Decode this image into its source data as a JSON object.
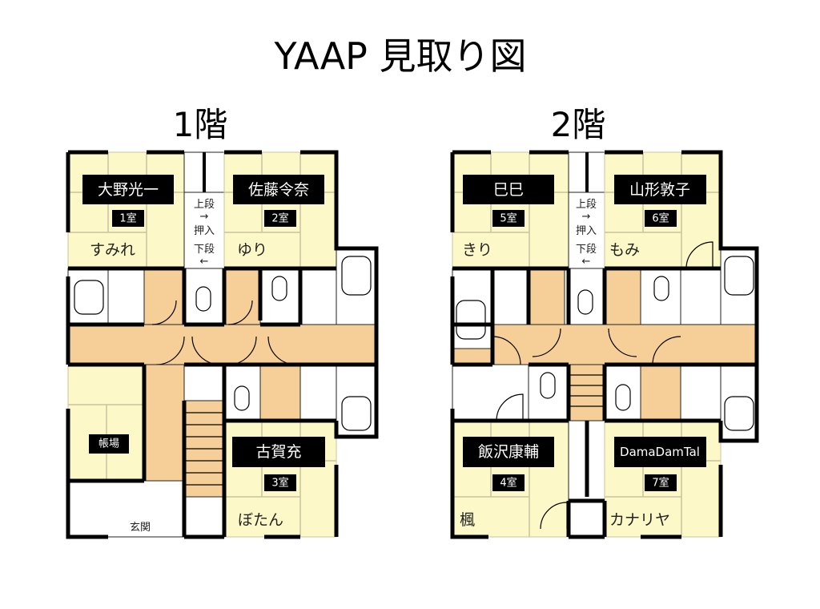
{
  "title": "YAAP 見取り図",
  "floors": [
    {
      "label": "1階",
      "closet": [
        "上段",
        "→",
        "押入",
        "下段",
        "←"
      ],
      "rooms": [
        {
          "tenant": "大野光一",
          "number": "1室",
          "name": "すみれ"
        },
        {
          "tenant": "佐藤令奈",
          "number": "2室",
          "name": "ゆり"
        },
        {
          "tenant": "古賀充",
          "number": "3室",
          "name": "ぼたん"
        }
      ],
      "office": "帳場",
      "entrance": "玄関"
    },
    {
      "label": "2階",
      "closet": [
        "上段",
        "→",
        "押入",
        "下段",
        "←"
      ],
      "rooms": [
        {
          "tenant": "巳巳",
          "number": "5室",
          "name": "きり"
        },
        {
          "tenant": "山形敦子",
          "number": "6室",
          "name": "もみ"
        },
        {
          "tenant": "飯沢康輔",
          "number": "4室",
          "name": "楓"
        },
        {
          "tenant": "DamaDamTal",
          "number": "7室",
          "name": "カナリヤ"
        }
      ]
    }
  ]
}
